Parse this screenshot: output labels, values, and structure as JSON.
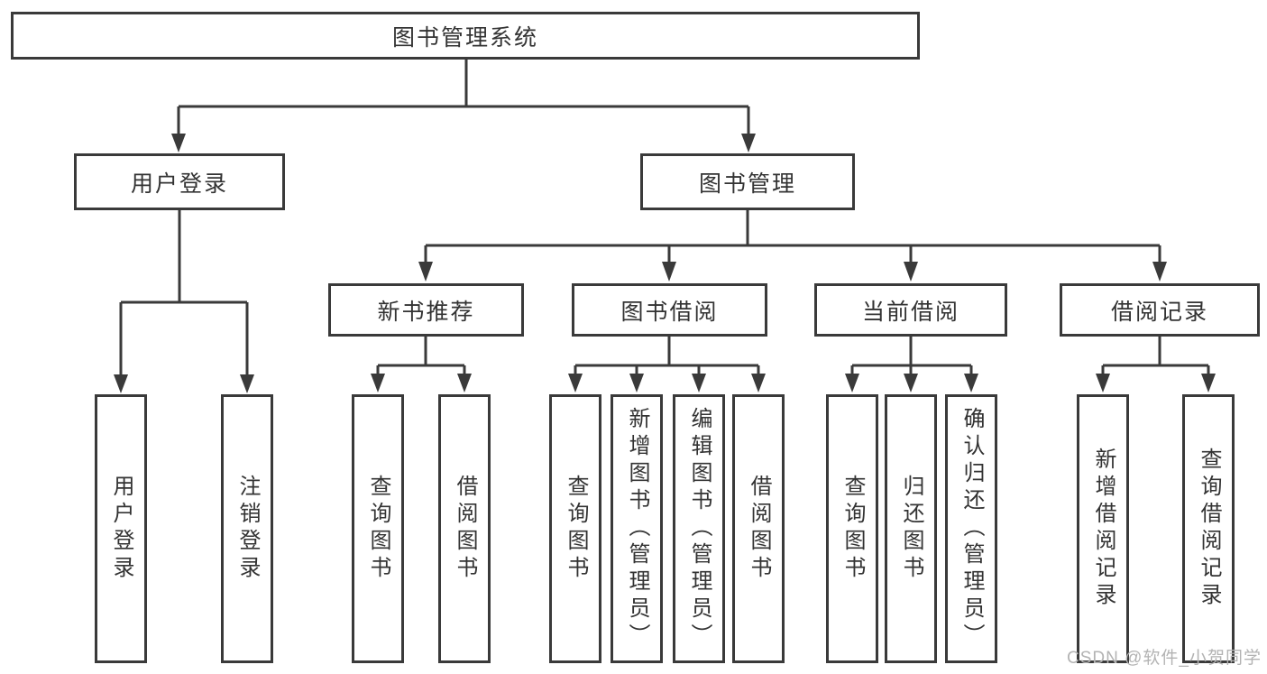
{
  "diagram_title": "图书管理系统",
  "nodes": {
    "root": "图书管理系统",
    "user_login": "用户登录",
    "book_management": "图书管理",
    "new_book_recommend": "新书推荐",
    "book_borrow": "图书借阅",
    "current_borrow": "当前借阅",
    "borrow_records": "借阅记录",
    "leaf_user_login": "用户登录",
    "leaf_logout": "注销登录",
    "leaf_query_books_1": "查询图书",
    "leaf_borrow_books_1": "借阅图书",
    "leaf_query_books_2": "查询图书",
    "leaf_add_book_admin": "新增图书（管理员）",
    "leaf_edit_book_admin": "编辑图书（管理员）",
    "leaf_borrow_books_2": "借阅图书",
    "leaf_query_books_3": "查询图书",
    "leaf_return_book": "归还图书",
    "leaf_confirm_return_admin": "确认归还（管理员）",
    "leaf_add_borrow_record": "新增借阅记录",
    "leaf_query_borrow_record": "查询借阅记录"
  },
  "tree": {
    "root": "图书管理系统",
    "children": [
      {
        "label": "用户登录",
        "children": [
          "用户登录",
          "注销登录"
        ]
      },
      {
        "label": "图书管理",
        "children": [
          {
            "label": "新书推荐",
            "children": [
              "查询图书",
              "借阅图书"
            ]
          },
          {
            "label": "图书借阅",
            "children": [
              "查询图书",
              "新增图书（管理员）",
              "编辑图书（管理员）",
              "借阅图书"
            ]
          },
          {
            "label": "当前借阅",
            "children": [
              "查询图书",
              "归还图书",
              "确认归还（管理员）"
            ]
          },
          {
            "label": "借阅记录",
            "children": [
              "新增借阅记录",
              "查询借阅记录"
            ]
          }
        ]
      }
    ]
  },
  "watermark": {
    "text": "CSDN @软件_小贺同学"
  },
  "colors": {
    "line": "#3a3a3a",
    "text": "#333333",
    "background": "#ffffff",
    "watermark": "#b3b3b3"
  }
}
